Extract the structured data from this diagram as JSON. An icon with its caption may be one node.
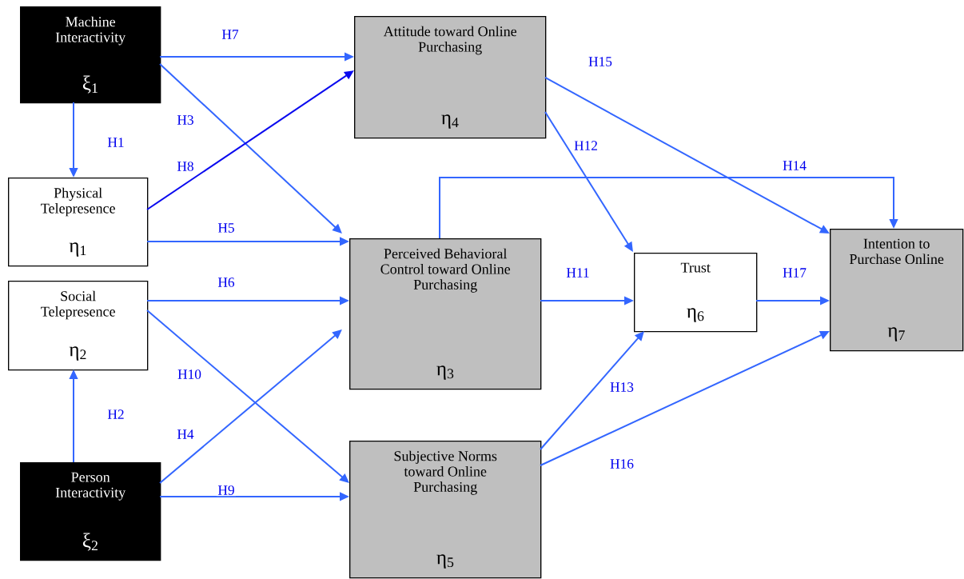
{
  "diagram": {
    "nodes": [
      {
        "text": [
          "Machine Interactivity",
          "ξ$_{1}$"
        ]
      },
      {
        "text": [
          "Physical Telepresence",
          "η$_{1}$"
        ]
      },
      {
        "text": [
          "Social Telepresence",
          "η$_{2}$"
        ]
      },
      {
        "text": [
          "Person Interactivity",
          "ξ$_{2}$"
        ]
      },
      {
        "text": [
          "Attitude toward Online Purchasing",
          "η$_{4}$"
        ]
      },
      {
        "text": [
          "Perceived Behavioral Control toward Online Purchasing",
          "η$_{3}$"
        ]
      },
      {
        "text": [
          "Subjective Norms toward Online Purchasing",
          "η$_{5}$"
        ]
      },
      {
        "text": [
          "Trust",
          "η$_{6}$"
        ]
      },
      {
        "text": [
          "Intention to Purchase Online",
          "η$_{7}$"
        ]
      }
    ],
    "edges": [
      {
        "from": 0,
        "to": 1,
        "arrow": "to",
        "label": "H1"
      },
      {
        "from": 3,
        "to": 2,
        "arrow": "to",
        "label": "H2"
      },
      {
        "from": 0,
        "to": 5,
        "arrow": "to",
        "label": "H3"
      },
      {
        "from": 3,
        "to": 5,
        "arrow": "to",
        "label": "H4"
      },
      {
        "from": 1,
        "to": 5,
        "arrow": "to",
        "label": "H5"
      },
      {
        "from": 2,
        "to": 5,
        "arrow": "to",
        "label": "H6"
      },
      {
        "from": 0,
        "to": 4,
        "arrow": "to",
        "label": "H7"
      },
      {
        "from": 1,
        "to": 4,
        "arrow": "to",
        "label": "H8",
        "color": "#0a0aef"
      },
      {
        "from": 3,
        "to": 6,
        "arrow": "to",
        "label": "H9"
      },
      {
        "from": 2,
        "to": 6,
        "arrow": "to",
        "label": "H10"
      },
      {
        "from": 5,
        "to": 7,
        "arrow": "to",
        "label": "H11"
      },
      {
        "from": 4,
        "to": 7,
        "arrow": "to",
        "label": "H12"
      },
      {
        "from": 6,
        "to": 7,
        "arrow": "to",
        "label": "H13"
      },
      {
        "from": 5,
        "to": 8,
        "arrow": "to",
        "label": "H14"
      },
      {
        "from": 4,
        "to": 8,
        "arrow": "to",
        "label": "H15"
      },
      {
        "from": 6,
        "to": 8,
        "arrow": "to",
        "label": "H16"
      },
      {
        "from": 7,
        "to": 8,
        "arrow": "to",
        "label": "H17"
      }
    ]
  }
}
